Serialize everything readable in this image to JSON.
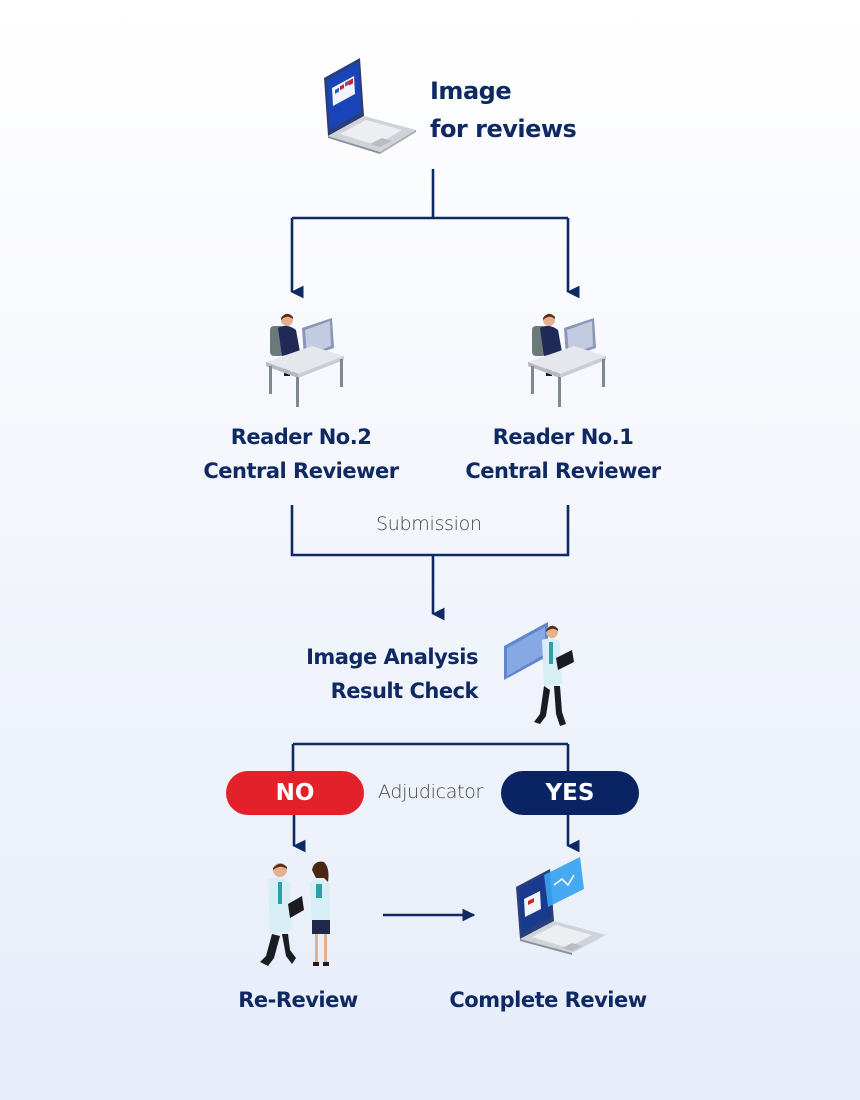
{
  "colors": {
    "line": "#0f2a63",
    "title": "#0f2a63",
    "no": "#e3212b",
    "yes": "#0a2463"
  },
  "nodes": {
    "source": {
      "line1": "Image",
      "line2": "for reviews",
      "icon": "laptop-icon"
    },
    "reader2": {
      "line1": "Reader No.2",
      "line2": "Central Reviewer",
      "icon": "reviewer-at-desk-icon"
    },
    "reader1": {
      "line1": "Reader No.1",
      "line2": "Central Reviewer",
      "icon": "reviewer-at-desk-icon"
    },
    "check": {
      "line1": "Image Analysis",
      "line2": "Result Check",
      "icon": "doctor-with-screen-icon"
    },
    "rereview": {
      "label": "Re-Review",
      "icon": "doctors-consulting-icon"
    },
    "complete": {
      "label": "Complete Review",
      "icon": "laptop-chart-icon"
    }
  },
  "edges": {
    "submission_label": "Submission",
    "adjudicator_label": "Adjudicator",
    "no_label": "NO",
    "yes_label": "YES"
  }
}
